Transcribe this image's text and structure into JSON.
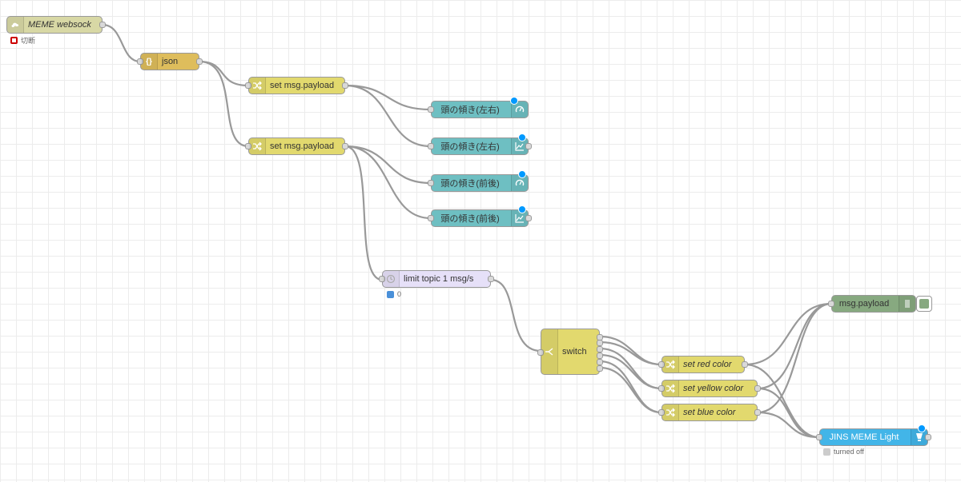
{
  "colors": {
    "websocket": "#d8d8a5",
    "json": "#debd5c",
    "change": "#e2d96e",
    "dashboard": "#6ebfc2",
    "delay": "#e6e0f8",
    "switch": "#e2d96e",
    "debug": "#87a980",
    "light": "#42b5e8",
    "port": "#d9d9d9",
    "badge": "#0099ff"
  },
  "nodes": {
    "websocket": {
      "label": "MEME websock",
      "icon": "websocket-cloud-icon",
      "status": "切断",
      "status_color": "#cc0000"
    },
    "json": {
      "label": "json",
      "icon": "json-braces-icon"
    },
    "set_payload_1": {
      "label": "set msg.payload",
      "icon": "shuffle-icon"
    },
    "set_payload_2": {
      "label": "set msg.payload",
      "icon": "shuffle-icon"
    },
    "gauge_lr": {
      "label": "頭の傾き(左右)",
      "icon": "gauge-icon"
    },
    "chart_lr": {
      "label": "頭の傾き(左右)",
      "icon": "line-chart-icon"
    },
    "gauge_fb": {
      "label": "頭の傾き(前後)",
      "icon": "gauge-icon"
    },
    "chart_fb": {
      "label": "頭の傾き(前後)",
      "icon": "line-chart-icon"
    },
    "limit": {
      "label": "limit topic 1 msg/s",
      "icon": "timer-icon",
      "status": "0",
      "status_color": "#4a90d9"
    },
    "switch": {
      "label": "switch",
      "icon": "switch-branch-icon"
    },
    "set_red": {
      "label": "set red color",
      "icon": "shuffle-icon"
    },
    "set_yellow": {
      "label": "set yellow color",
      "icon": "shuffle-icon"
    },
    "set_blue": {
      "label": "set blue color",
      "icon": "shuffle-icon"
    },
    "debug": {
      "label": "msg.payload",
      "icon": "debug-list-icon"
    },
    "light": {
      "label": "JINS MEME Light",
      "icon": "lightbulb-icon",
      "status": "turned off",
      "status_color": "#cccccc"
    }
  }
}
